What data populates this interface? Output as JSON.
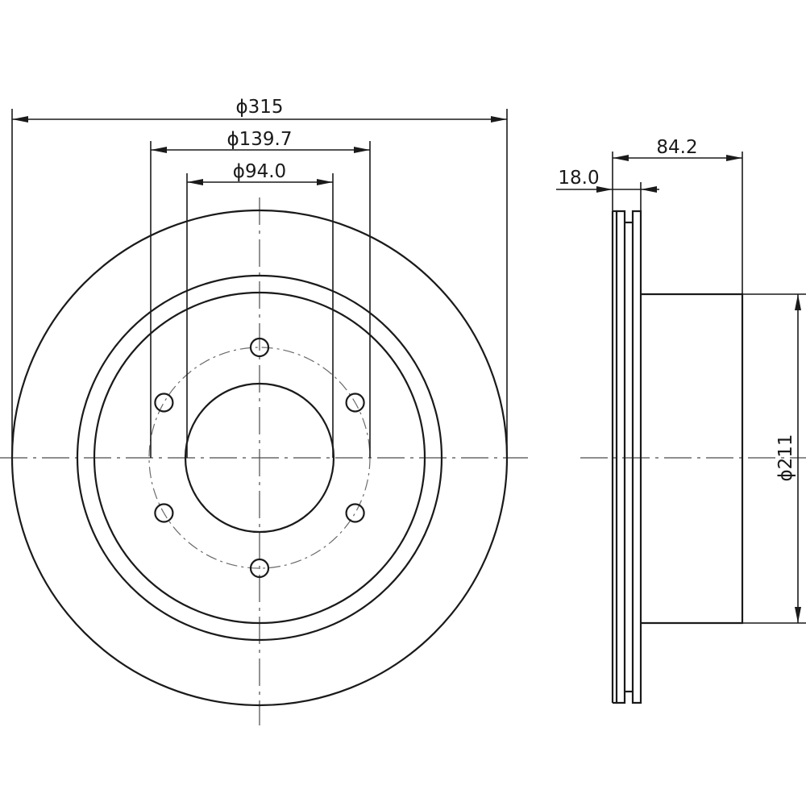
{
  "diagram": {
    "front_view": {
      "outer_diameter_label": "ϕ315",
      "bolt_circle_diameter_label": "ϕ139.7",
      "center_bore_diameter_label": "ϕ94.0",
      "bolt_hole_count": 6
    },
    "side_view": {
      "total_height_label": "84.2",
      "disc_thickness_label": "18.0",
      "hat_diameter_label": "ϕ211"
    },
    "colors": {
      "line": "#1a1a1a",
      "background": "#ffffff"
    }
  }
}
